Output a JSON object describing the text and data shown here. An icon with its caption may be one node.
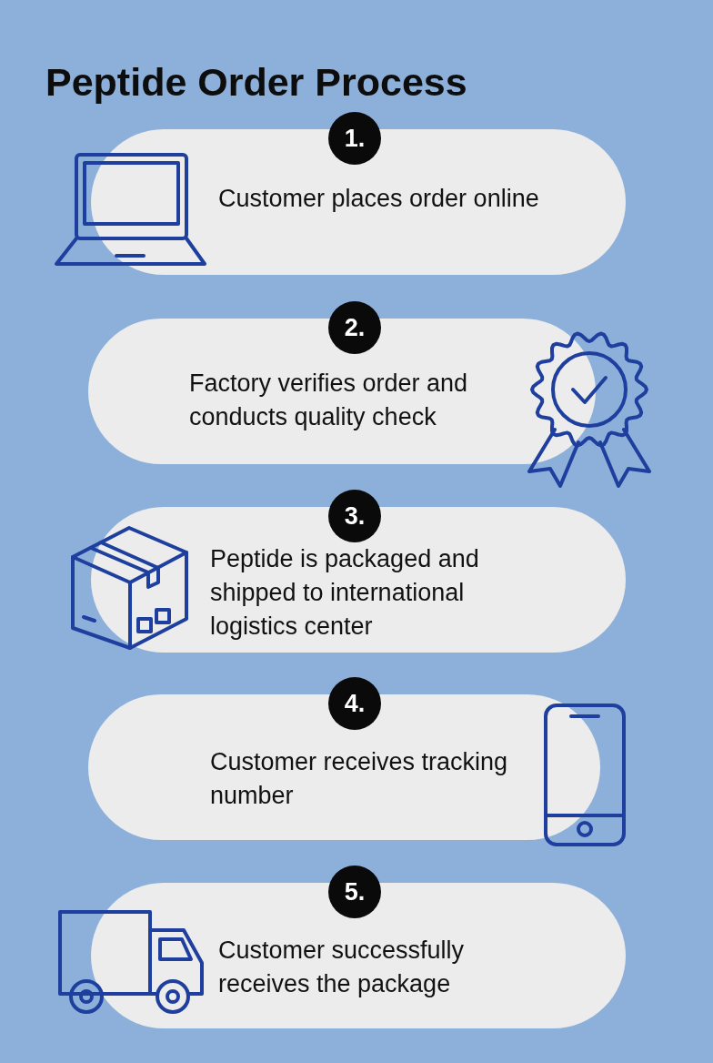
{
  "diagram": {
    "title": "Peptide Order Process",
    "nodes": [
      {
        "text": [
          "1.",
          "Customer places order online"
        ]
      },
      {
        "text": [
          "2.",
          "Factory verifies order and conducts quality check"
        ]
      },
      {
        "text": [
          "3.",
          "Peptide is packaged and shipped to international logistics center"
        ]
      },
      {
        "text": [
          "4.",
          "Customer receives tracking number"
        ]
      },
      {
        "text": [
          "5.",
          "Customer successfully receives the package"
        ]
      }
    ],
    "edges": []
  }
}
